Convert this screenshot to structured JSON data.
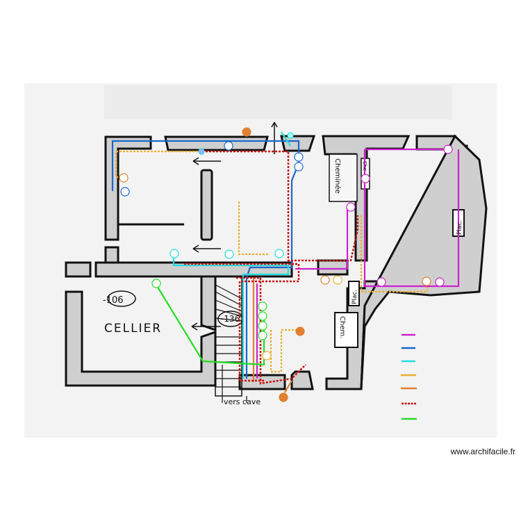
{
  "plan": {
    "rooms": {
      "cellier_label": "CELLIER",
      "cellier_level": "-106",
      "stair_level": "-136",
      "cave_label": "vers cave"
    },
    "fixtures": {
      "cheminee_top": "Cheminée",
      "cheminee_small": "Che",
      "placard_right": "Plac.",
      "placard_middle": "Plac.",
      "cheminee_middle": "Chem."
    }
  },
  "legend": {
    "items": [
      {
        "color": "#cc22cc",
        "style": "solid"
      },
      {
        "color": "#1a66cc",
        "style": "solid"
      },
      {
        "color": "#22dddd",
        "style": "solid"
      },
      {
        "color": "#e8b030",
        "style": "solid"
      },
      {
        "color": "#e08030",
        "style": "solid"
      },
      {
        "color": "#cc1111",
        "style": "dashed"
      },
      {
        "color": "#22dd22",
        "style": "solid"
      }
    ]
  },
  "watermark": "www.archifacile.fr"
}
